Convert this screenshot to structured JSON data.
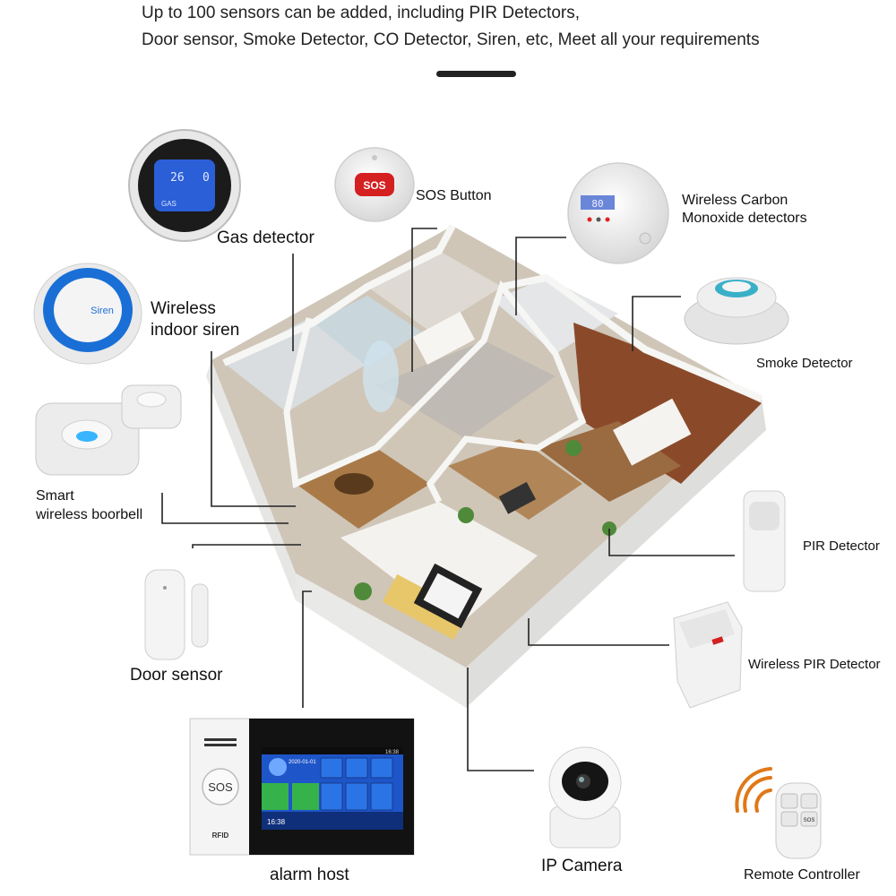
{
  "header": {
    "line1": "Up to 100 sensors can be added, including PIR Detectors,",
    "line2": "Door sensor, Smoke Detector, CO Detector, Siren, etc, Meet all your requirements"
  },
  "labels": {
    "gas_detector": "Gas detector",
    "sos_button": "SOS Button",
    "co_detector_line1": "Wireless Carbon",
    "co_detector_line2": "Monoxide detectors",
    "siren_line1": "Wireless",
    "siren_line2": "indoor siren",
    "smoke_detector": "Smoke Detector",
    "doorbell_line1": "Smart",
    "doorbell_line2": "wireless boorbell",
    "pir_detector": "PIR Detector",
    "door_sensor": "Door sensor",
    "wireless_pir_detector": "Wireless PIR Detector",
    "alarm_host": "alarm host",
    "ip_camera": "IP Camera",
    "remote_controller": "Remote Controller"
  },
  "device_text": {
    "siren_face": "Siren",
    "sos_face": "SOS",
    "gas_display_left": "26",
    "gas_display_right": "0",
    "gas_display_small": "GAS",
    "co_display": "80",
    "host_sos": "SOS",
    "host_rfid": "RFID",
    "host_time": "16:38",
    "host_date": "2020-01-01",
    "host_status_time": "16:38",
    "remote_sos": "SOS"
  },
  "colors": {
    "headline": "#222222",
    "leader": "#222222",
    "siren_blue": "#1a6fd6",
    "sos_red": "#d42020",
    "screen_blue": "#2a74e6",
    "screen_green": "#36b24a",
    "wifi_orange": "#e07818",
    "wall": "#f2f2f0",
    "floor_wood": "#a06a3a"
  }
}
